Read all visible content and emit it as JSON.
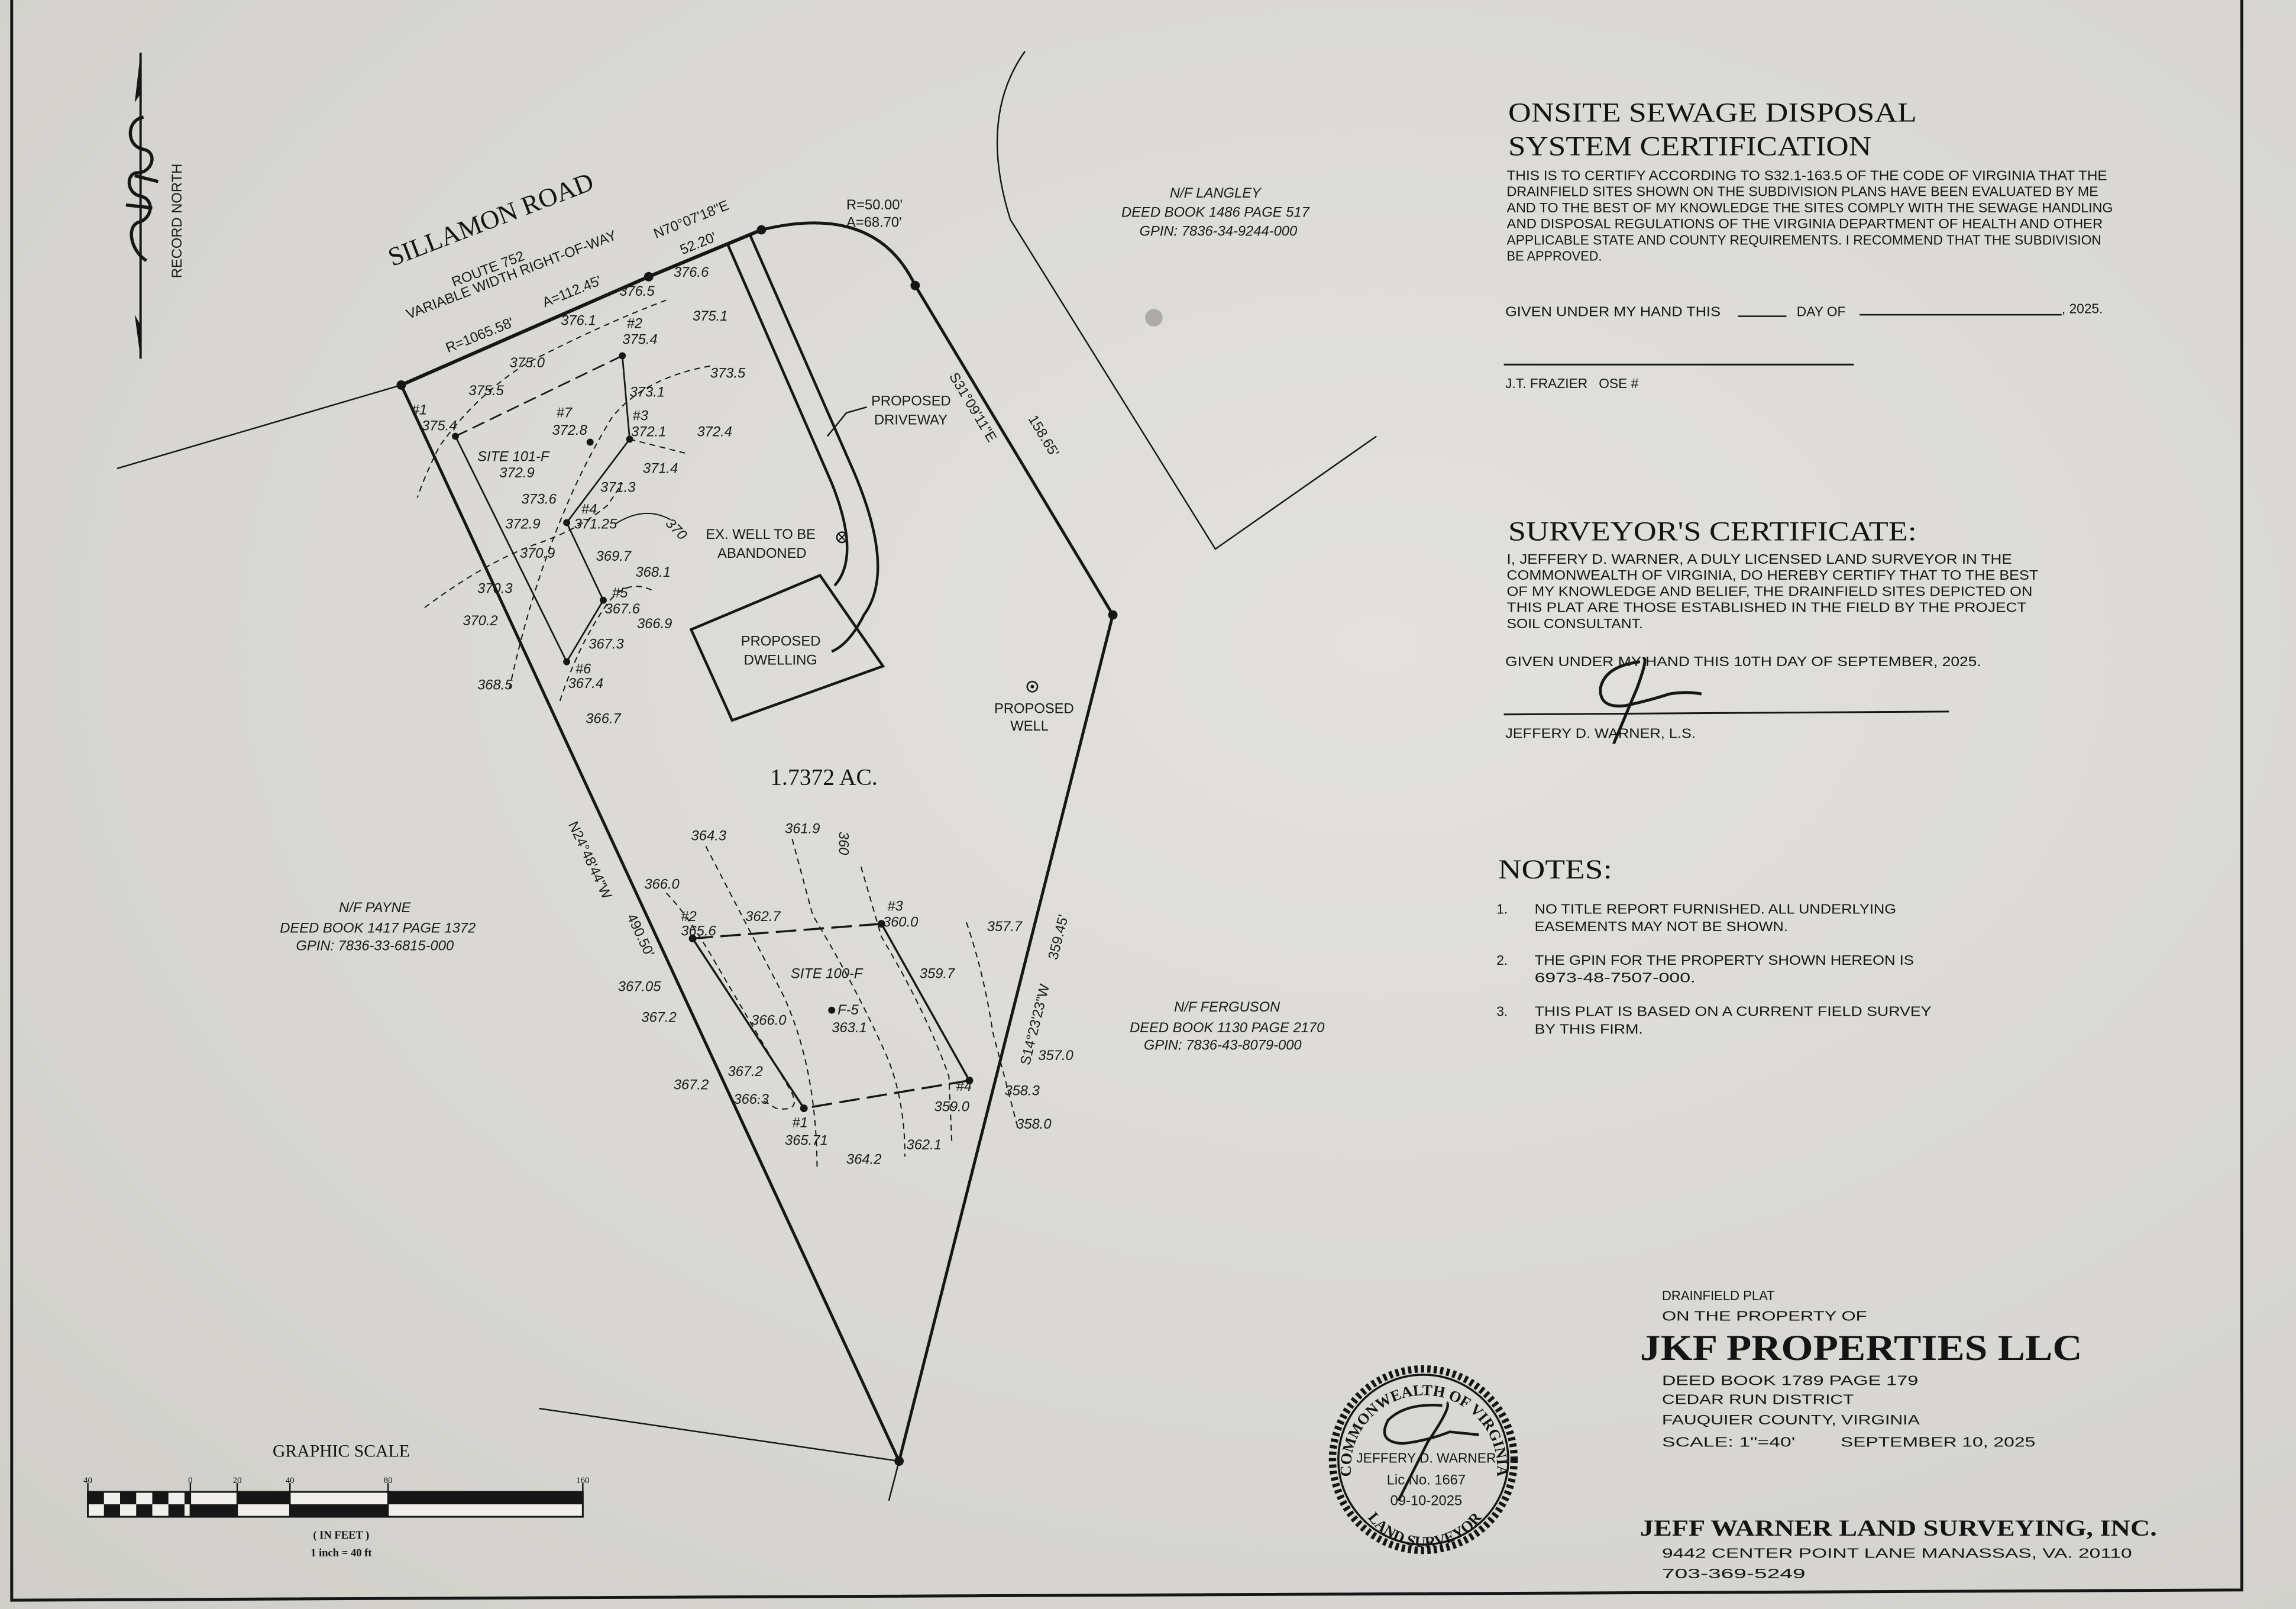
{
  "north_arrow": {
    "label": "RECORD NORTH"
  },
  "road": {
    "name": "SILLAMON ROAD",
    "route": "ROUTE 752",
    "right_of_way": "VARIABLE WIDTH RIGHT-OF-WAY",
    "curve_radius": "R=1065.58'",
    "curve_arc": "A=112.45'",
    "bearing": "N70°07'18\"E",
    "distance": "52.20'"
  },
  "cul_de_sac": {
    "radius": "R=50.00'",
    "arc": "A=68.70'"
  },
  "boundaries": {
    "ne_bearing": "S31°09'11\"E",
    "ne_distance": "158.65'",
    "west_bearing": "N24°48'44\"W",
    "west_distance": "490.50'",
    "east_bearing": "S14°23'23\"W",
    "east_distance": "359.45'"
  },
  "features": {
    "driveway": [
      "PROPOSED",
      "DRIVEWAY"
    ],
    "existing_well": [
      "EX. WELL TO BE",
      "ABANDONED"
    ],
    "dwelling": [
      "PROPOSED",
      "DWELLING"
    ],
    "proposed_well": [
      "PROPOSED",
      "WELL"
    ],
    "area": "1.7372 AC."
  },
  "adjoiners": [
    {
      "owner": "N/F LANGLEY",
      "deed": "DEED BOOK 1486 PAGE 517",
      "gpin": "GPIN: 7836-34-9244-000"
    },
    {
      "owner": "N/F PAYNE",
      "deed": "DEED BOOK 1417 PAGE 1372",
      "gpin": "GPIN: 7836-33-6815-000"
    },
    {
      "owner": "N/F FERGUSON",
      "deed": "DEED BOOK 1130 PAGE 2170",
      "gpin": "GPIN: 7836-43-8079-000"
    }
  ],
  "site_101f": {
    "labels": [
      "376.6",
      "376.5",
      "376.1",
      "#2",
      "375.4",
      "375.1",
      "375.0",
      "375.5",
      "373.5",
      "#1",
      "375.4",
      "#7",
      "372.8",
      "373.1",
      "#3",
      "372.1",
      "372.4",
      "SITE 101-F",
      "372.9",
      "371.4",
      "371.3",
      "373.6",
      "#4",
      "372.9",
      "371.25",
      "370",
      "370.9",
      "369.7",
      "368.1",
      "370.3",
      "#5",
      "367.6",
      "370.2",
      "366.9",
      "367.3",
      "#6",
      "367.4",
      "368.5",
      "366.7"
    ]
  },
  "site_100f": {
    "labels": [
      "364.3",
      "361.9",
      "360",
      "366.0",
      "#2",
      "365.6",
      "362.7",
      "#3",
      "360.0",
      "357.7",
      "SITE 100-F",
      "359.7",
      "367.05",
      "F-5",
      "363.1",
      "367.2",
      "366.0",
      "357.0",
      "367.2",
      "367.2",
      "366.3",
      "#4",
      "359.0",
      "358.3",
      "#1",
      "365.71",
      "362.1",
      "358.0",
      "364.2"
    ]
  },
  "sewage_cert": {
    "title": [
      "ONSITE SEWAGE DISPOSAL",
      "SYSTEM CERTIFICATION"
    ],
    "body": [
      "THIS IS TO CERTIFY ACCORDING TO S32.1-163.5 OF THE CODE OF VIRGINIA THAT THE",
      "DRAINFIELD SITES SHOWN ON THE SUBDIVISION PLANS HAVE BEEN EVALUATED BY ME",
      "AND TO THE BEST OF MY KNOWLEDGE THE SITES COMPLY WITH THE SEWAGE HANDLING",
      "AND DISPOSAL REGULATIONS OF THE VIRGINIA DEPARTMENT OF HEALTH AND OTHER",
      "APPLICABLE STATE AND COUNTY REQUIREMENTS. I RECOMMEND THAT THE SUBDIVISION",
      "BE APPROVED."
    ],
    "given_prefix": "GIVEN UNDER MY HAND THIS",
    "day_of": "DAY OF",
    "year_suffix": ", 2025.",
    "signer": "J.T. FRAZIER   OSE #"
  },
  "surveyor_cert": {
    "title": "SURVEYOR'S CERTIFICATE:",
    "body": [
      "I, JEFFERY D. WARNER, A DULY LICENSED LAND SURVEYOR IN THE",
      "COMMONWEALTH OF VIRGINIA, DO HEREBY CERTIFY THAT TO THE BEST",
      "OF MY KNOWLEDGE AND BELIEF, THE DRAINFIELD SITES DEPICTED ON",
      "THIS PLAT ARE THOSE ESTABLISHED IN THE FIELD BY THE PROJECT",
      "SOIL CONSULTANT."
    ],
    "given": "GIVEN UNDER MY HAND THIS 10TH DAY OF SEPTEMBER, 2025.",
    "signer": "JEFFERY D. WARNER, L.S."
  },
  "notes": {
    "title": "NOTES:",
    "items": [
      {
        "num": "1.",
        "lines": [
          "NO TITLE REPORT FURNISHED. ALL UNDERLYING",
          "EASEMENTS MAY NOT BE SHOWN."
        ]
      },
      {
        "num": "2.",
        "lines": [
          "THE GPIN FOR THE PROPERTY SHOWN HEREON IS",
          "6973-48-7507-000."
        ]
      },
      {
        "num": "3.",
        "lines": [
          "THIS PLAT IS BASED ON A CURRENT FIELD SURVEY",
          "BY THIS FIRM."
        ]
      }
    ]
  },
  "title_block": {
    "line1": "DRAINFIELD PLAT",
    "line2": "ON THE PROPERTY OF",
    "owner": "JKF PROPERTIES LLC",
    "deed": "DEED BOOK 1789 PAGE 179",
    "district": "CEDAR RUN DISTRICT",
    "county": "FAUQUIER COUNTY, VIRGINIA",
    "scale": "SCALE: 1\"=40'",
    "date": "SEPTEMBER 10, 2025",
    "firm": "JEFF WARNER LAND SURVEYING, INC.",
    "address": "9442 CENTER POINT LANE  MANASSAS, VA. 20110",
    "phone": "703-369-5249"
  },
  "seal": {
    "top": "COMMONWEALTH OF VIRGINIA",
    "bottom": "LAND SURVEYOR",
    "name": "JEFFERY D. WARNER",
    "license": "Lic No. 1667",
    "date": "09-10-2025"
  },
  "graphic_scale": {
    "title": "GRAPHIC SCALE",
    "ticks": [
      "40",
      "0",
      "20",
      "40",
      "80",
      "160"
    ],
    "units": "( IN FEET )",
    "ratio": "1 inch = 40 ft"
  }
}
